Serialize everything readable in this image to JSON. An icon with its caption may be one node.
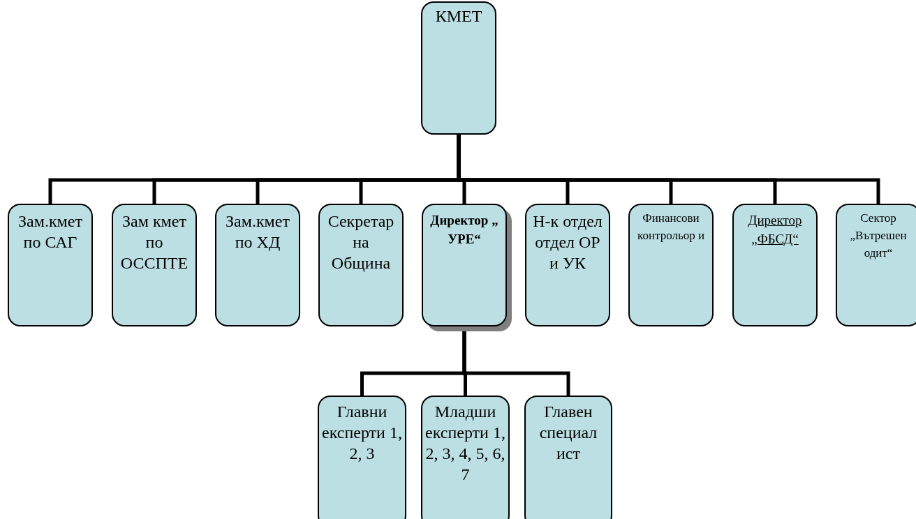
{
  "diagram": {
    "nodes": [
      {
        "text": [
          "КМЕТ"
        ]
      },
      {
        "text": [
          "Зам.кмет по САГ"
        ]
      },
      {
        "text": [
          "Зам кмет по ОССПТЕ"
        ]
      },
      {
        "text": [
          "Зам.кмет по ХД"
        ]
      },
      {
        "text": [
          "Секретар на Община"
        ]
      },
      {
        "text": [
          "Директор „ УРЕ“"
        ]
      },
      {
        "text": [
          "Н-к отдел отдел ОР и УК"
        ]
      },
      {
        "text": [
          "Финансови контрольор и"
        ]
      },
      {
        "text": [
          "Директор „ФБСД“"
        ]
      },
      {
        "text": [
          "Сектор „Вътрешен одит“"
        ]
      },
      {
        "text": [
          "Главни експерти 1, 2, 3"
        ]
      },
      {
        "text": [
          "Младши експерти 1, 2, 3, 4, 5, 6, 7"
        ]
      },
      {
        "text": [
          "Главен специал ист"
        ]
      }
    ],
    "edges": [
      {
        "from": 0,
        "to": 1,
        "arrow": "none"
      },
      {
        "from": 0,
        "to": 2,
        "arrow": "none"
      },
      {
        "from": 0,
        "to": 3,
        "arrow": "none"
      },
      {
        "from": 0,
        "to": 4,
        "arrow": "none"
      },
      {
        "from": 0,
        "to": 5,
        "arrow": "none"
      },
      {
        "from": 0,
        "to": 6,
        "arrow": "none"
      },
      {
        "from": 0,
        "to": 7,
        "arrow": "none"
      },
      {
        "from": 0,
        "to": 8,
        "arrow": "none"
      },
      {
        "from": 0,
        "to": 9,
        "arrow": "none"
      },
      {
        "from": 5,
        "to": 10,
        "arrow": "none"
      },
      {
        "from": 5,
        "to": 11,
        "arrow": "none"
      },
      {
        "from": 5,
        "to": 12,
        "arrow": "none"
      }
    ]
  }
}
